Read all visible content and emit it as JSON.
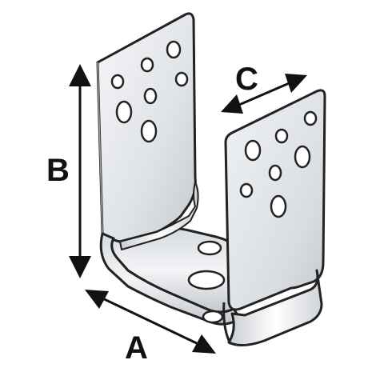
{
  "diagram": {
    "labels": {
      "a": "A",
      "b": "B",
      "c": "C"
    },
    "colors": {
      "metal_light": "#eef0f3",
      "metal_mid": "#d3d7dc",
      "metal_dark": "#b7bcc3",
      "outline": "#222222",
      "arrow": "#111111"
    }
  }
}
